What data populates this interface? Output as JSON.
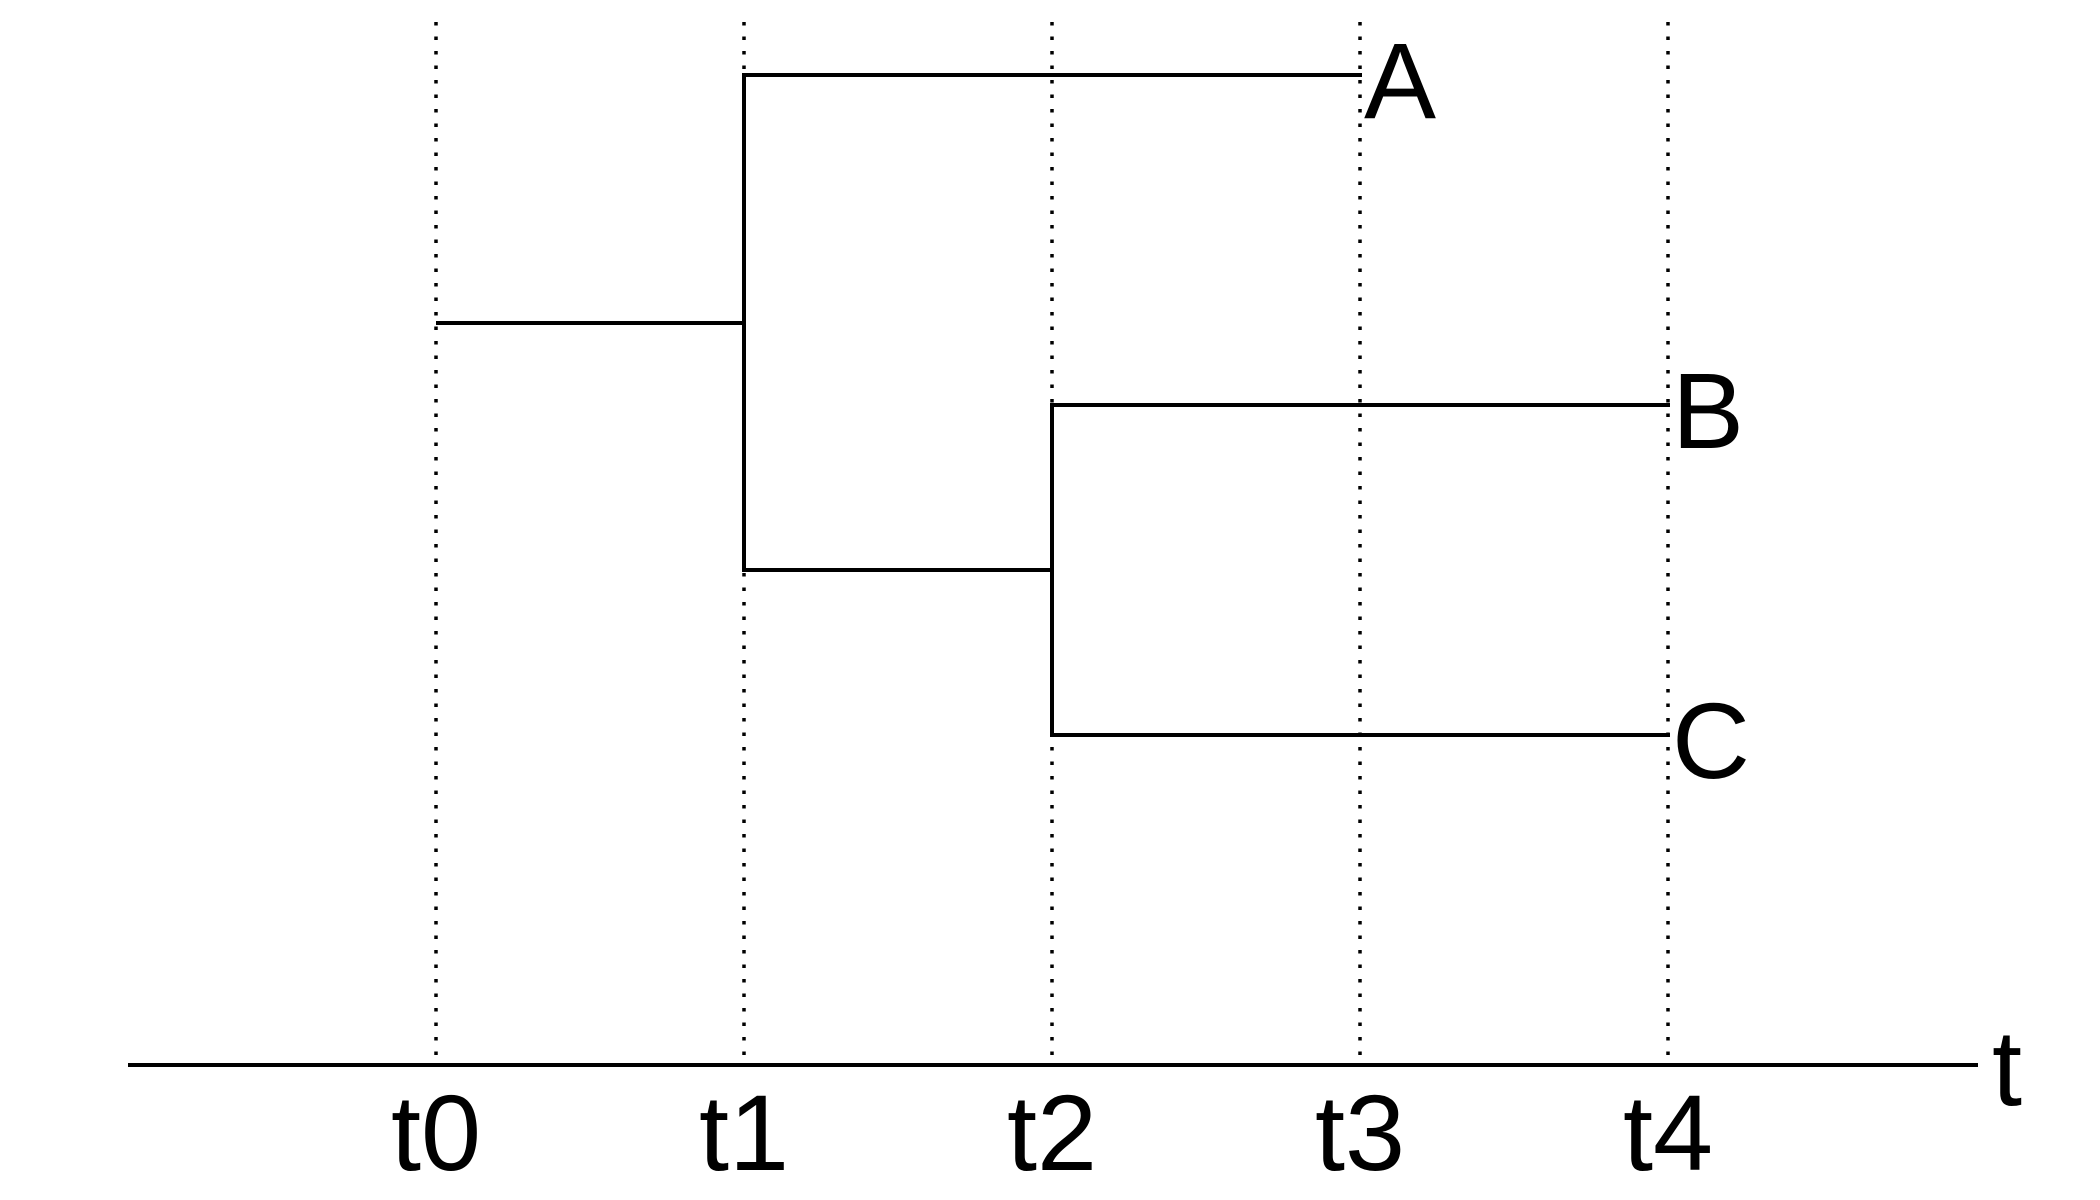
{
  "axis": {
    "label": "t",
    "ticks": [
      "t0",
      "t1",
      "t2",
      "t3",
      "t4"
    ]
  },
  "leaves": [
    {
      "id": "A",
      "label": "A",
      "time": "t3"
    },
    {
      "id": "B",
      "label": "B",
      "time": "t4"
    },
    {
      "id": "C",
      "label": "C",
      "time": "t4"
    }
  ],
  "nodes": [
    {
      "id": "root",
      "time": "t0"
    },
    {
      "id": "split-1",
      "time": "t1",
      "children": [
        "A",
        "split-2"
      ]
    },
    {
      "id": "split-2",
      "time": "t2",
      "children": [
        "B",
        "C"
      ]
    }
  ],
  "colors": {
    "ink": "#000000",
    "background": "#ffffff"
  }
}
